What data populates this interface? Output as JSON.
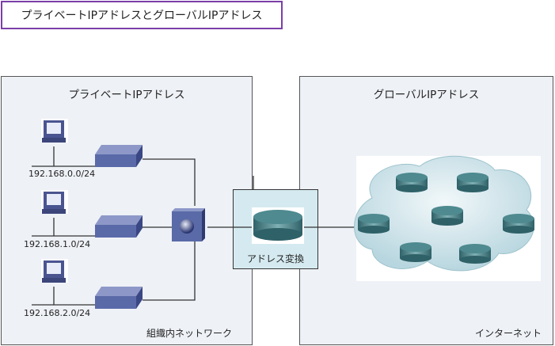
{
  "title": "プライベートIPアドレスとグローバルIPアドレス",
  "private_zone": {
    "label": "プライベートIPアドレス",
    "footer": "組織内ネットワーク",
    "segments": [
      {
        "subnet": "192.168.0.0/24"
      },
      {
        "subnet": "192.168.1.0/24"
      },
      {
        "subnet": "192.168.2.0/24"
      }
    ]
  },
  "nat": {
    "label": "アドレス変換"
  },
  "global_zone": {
    "label": "グローバルIPアドレス",
    "footer": "インターネット",
    "router_count": 7
  },
  "colors": {
    "title_border": "#7b3fa8",
    "zone_bg": "#eef1f6",
    "nat_bg": "#d5eaf0",
    "switch": "#5a6aa8",
    "router": "#3e7a80"
  }
}
